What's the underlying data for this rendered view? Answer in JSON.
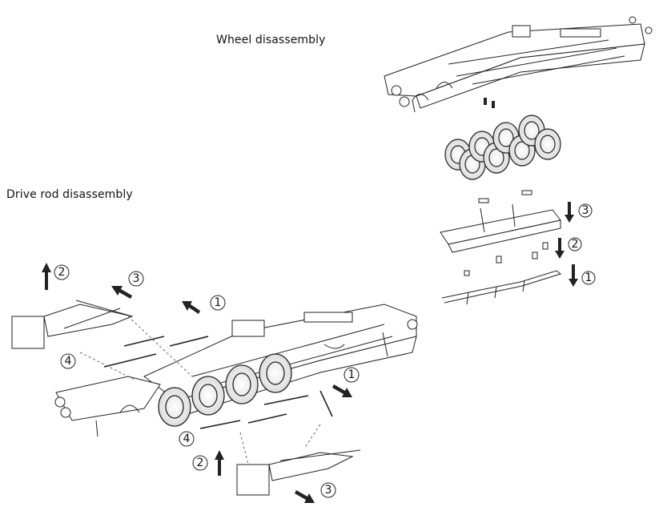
{
  "titles": {
    "wheel": "Wheel disassembly",
    "rod": "Drive rod disassembly"
  },
  "steps": {
    "wheel_3": "3",
    "wheel_2": "2",
    "wheel_1": "1",
    "rod_front_2": "2",
    "rod_front_3": "3",
    "rod_front_4": "4",
    "rod_top_1": "1",
    "rod_right_1": "1",
    "rod_bottom_4": "4",
    "rod_bottom_2": "2",
    "rod_bottom_3": "3"
  }
}
